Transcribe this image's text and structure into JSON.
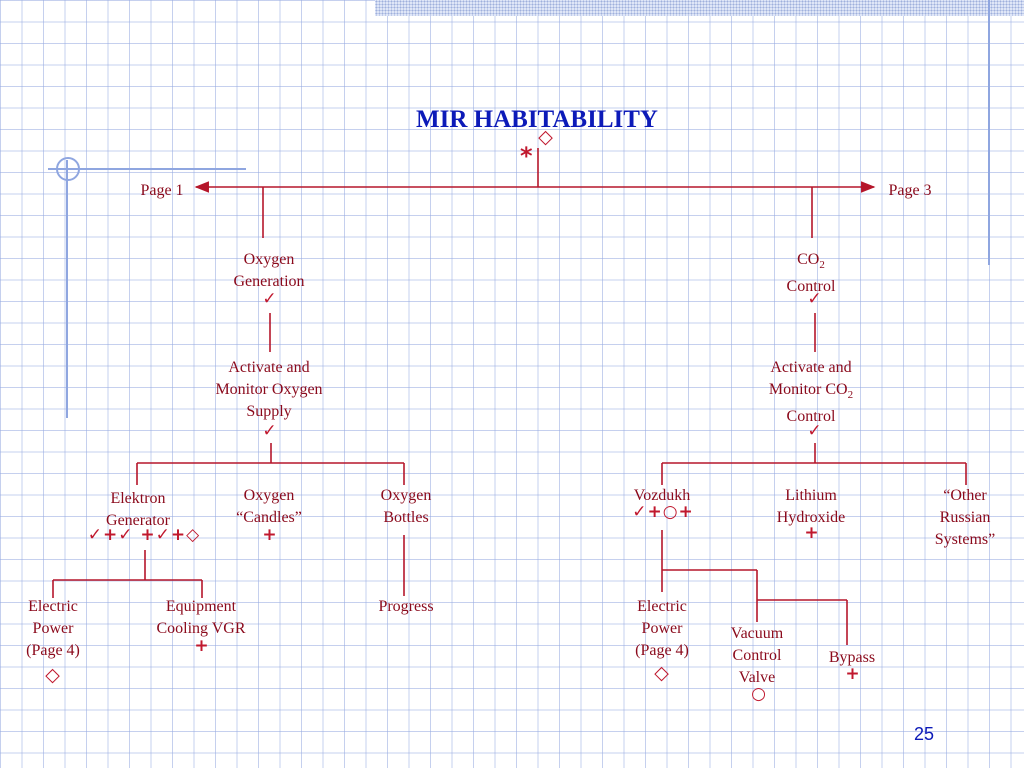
{
  "title": "MIR HABITABILITY",
  "page_number": "25",
  "title_symbols": {
    "star": "*",
    "diamond": "◇"
  },
  "nav": {
    "left": "Page 1",
    "right": "Page 3"
  },
  "nodes": {
    "oxygen_generation": {
      "line1": "Oxygen",
      "line2": "Generation",
      "symbols": "✓"
    },
    "co2_control": {
      "line1_main": "CO",
      "line1_sub": "2",
      "line2": "Control",
      "symbols": "✓"
    },
    "activate_oxygen": {
      "line1": "Activate and",
      "line2": "Monitor Oxygen",
      "line3": "Supply",
      "symbols": "✓"
    },
    "activate_co2": {
      "line1": "Activate and",
      "line2_main": "Monitor CO",
      "line2_sub": "2",
      "line3": "Control",
      "symbols": "✓"
    },
    "elektron": {
      "line1": "Elektron",
      "line2": "Generator",
      "symbols": "✓+✓ +✓+◇"
    },
    "oxygen_candles": {
      "line1": "Oxygen",
      "line2": "“Candles”",
      "symbols": "+"
    },
    "oxygen_bottles": {
      "line1": "Oxygen",
      "line2": "Bottles"
    },
    "vozdukh": {
      "line1": "Vozdukh",
      "symbols": "✓+○+"
    },
    "lithium_hydroxide": {
      "line1": "Lithium",
      "line2": "Hydroxide",
      "symbols": "+"
    },
    "other_systems": {
      "line1": "“Other",
      "line2": "Russian",
      "line3": "Systems”"
    },
    "electric_power_left": {
      "line1": "Electric",
      "line2": "Power",
      "line3": "(Page 4)",
      "symbols": "◇"
    },
    "equipment_cooling": {
      "line1": "Equipment",
      "line2": "Cooling VGR",
      "symbols": "+"
    },
    "progress": {
      "line1": "Progress"
    },
    "electric_power_right": {
      "line1": "Electric",
      "line2": "Power",
      "line3": "(Page 4)",
      "symbols": "◇"
    },
    "vacuum_control": {
      "line1": "Vacuum",
      "line2": "Control",
      "line3": "Valve",
      "symbols": "○"
    },
    "bypass": {
      "line1": "Bypass",
      "symbols": "+"
    }
  },
  "colors": {
    "title": "#0c1ab8",
    "text": "#8b0a1c",
    "lines": "#b5162b",
    "symbols": "#c0182e",
    "grid": "#96aae1"
  }
}
